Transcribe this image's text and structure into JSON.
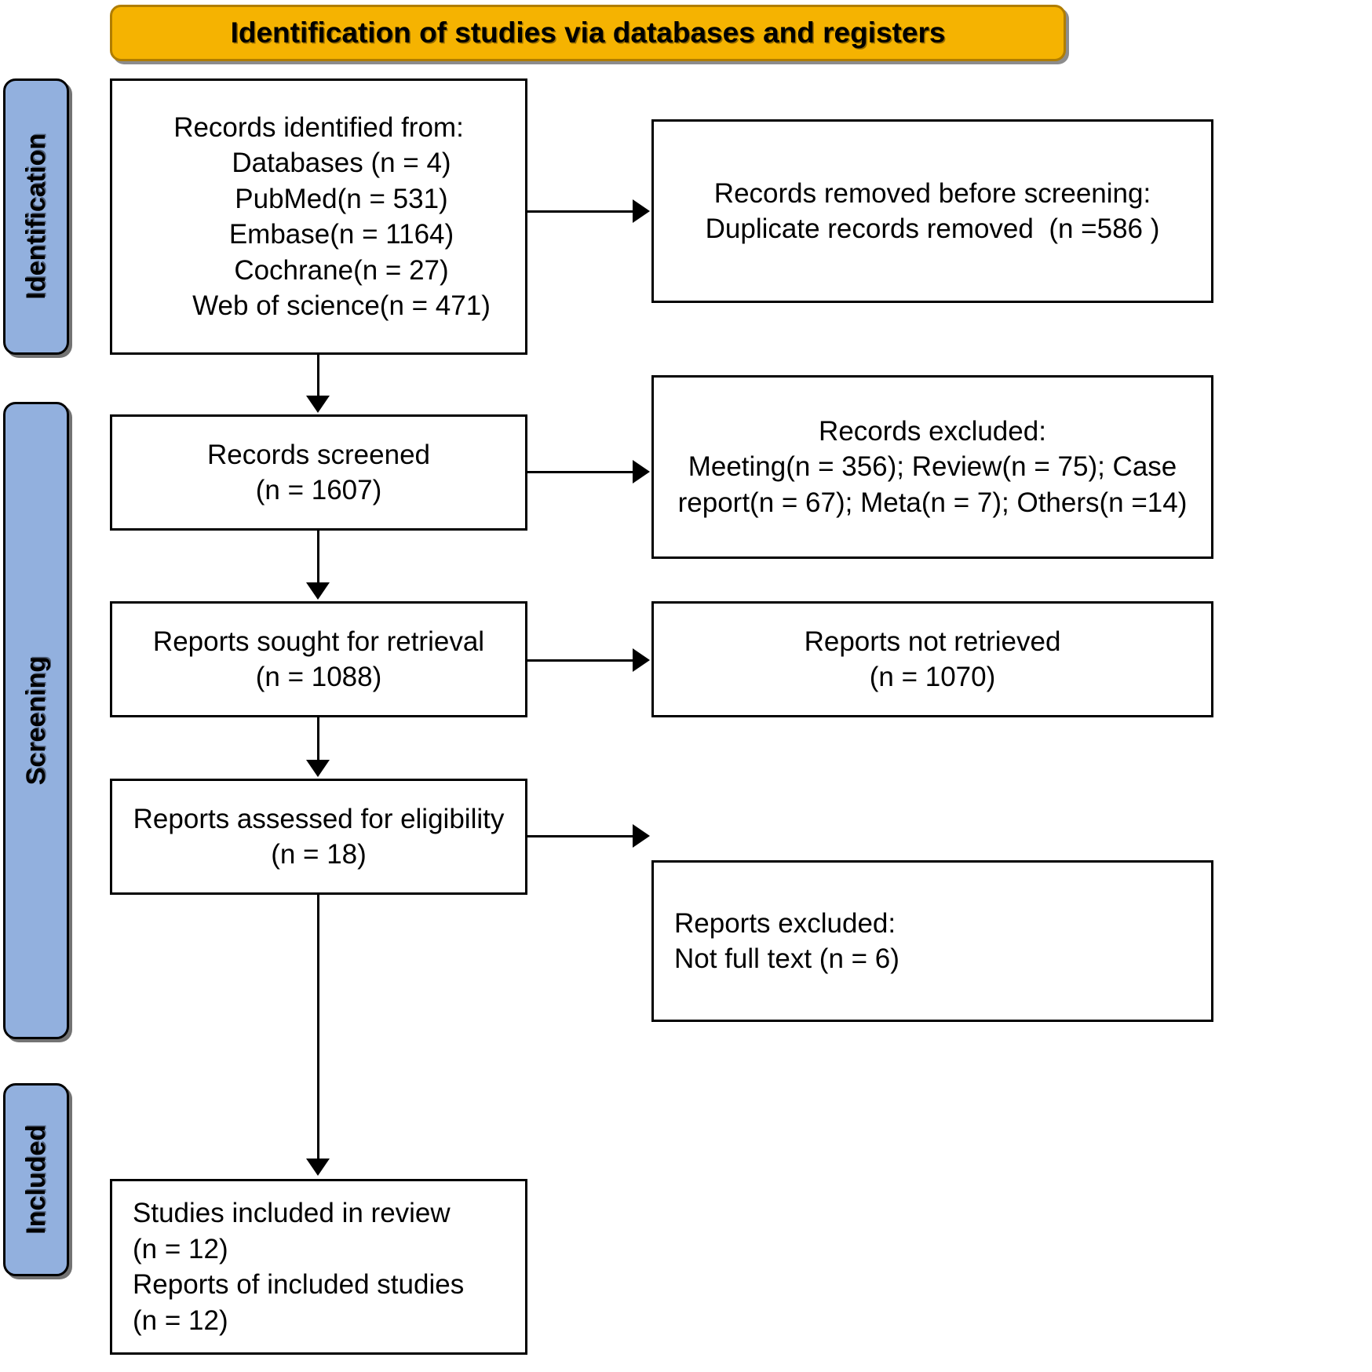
{
  "title": "Identification of studies via databases and registers",
  "phases": [
    {
      "id": "identification",
      "label": "Identification"
    },
    {
      "id": "screening",
      "label": "Screening"
    },
    {
      "id": "included",
      "label": "Included"
    }
  ],
  "boxes": {
    "identified": {
      "line1": "Records identified from:",
      "line2": "Databases (n = 4)",
      "line3": "PubMed(n = 531)",
      "line4": "Embase(n = 1164)",
      "line5": "Cochrane(n = 27)",
      "line6": "Web of science(n = 471)"
    },
    "removed": {
      "line1": "Records removed before screening:",
      "line2": "Duplicate records removed  (n =586 )"
    },
    "screened": {
      "line1": "Records screened",
      "line2": "(n = 1607)"
    },
    "records_excluded": {
      "line1": "Records excluded:",
      "line2": "Meeting(n = 356); Review(n = 75); Case",
      "line3": "report(n = 67); Meta(n = 7); Others(n =14)"
    },
    "sought": {
      "line1": "Reports sought for retrieval",
      "line2": "(n = 1088)"
    },
    "not_retrieved": {
      "line1": "Reports not retrieved",
      "line2": "(n = 1070)"
    },
    "assessed": {
      "line1": "Reports assessed for eligibility",
      "line2": "(n = 18)"
    },
    "reports_excluded": {
      "line1": "Reports excluded:",
      "line2": "Not full text (n = 6)"
    },
    "included": {
      "line1": "Studies included in review",
      "line2": "(n = 12)",
      "line3": "Reports of included studies",
      "line4": "(n = 12)"
    }
  },
  "colors": {
    "banner_fill": "#f5b301",
    "phase_fill": "#92b0de",
    "box_border": "#000000",
    "text": "#000000",
    "background": "#ffffff"
  },
  "chart_data": {
    "type": "diagram",
    "title": "Identification of studies via databases and registers",
    "diagram_kind": "PRISMA 2020 flow diagram",
    "phases": [
      "Identification",
      "Screening",
      "Included"
    ],
    "nodes": [
      {
        "id": "identified",
        "phase": "Identification",
        "label": "Records identified from",
        "counts": {
          "Databases": 4,
          "PubMed": 531,
          "Embase": 1164,
          "Cochrane": 27,
          "Web of science": 471
        }
      },
      {
        "id": "removed",
        "phase": "Identification",
        "label": "Records removed before screening",
        "counts": {
          "Duplicate records removed": 586
        }
      },
      {
        "id": "screened",
        "phase": "Screening",
        "label": "Records screened",
        "counts": {
          "n": 1607
        }
      },
      {
        "id": "records_excluded",
        "phase": "Screening",
        "label": "Records excluded",
        "counts": {
          "Meeting": 356,
          "Review": 75,
          "Case report": 67,
          "Meta": 7,
          "Others": 14
        }
      },
      {
        "id": "sought",
        "phase": "Screening",
        "label": "Reports sought for retrieval",
        "counts": {
          "n": 1088
        }
      },
      {
        "id": "not_retrieved",
        "phase": "Screening",
        "label": "Reports not retrieved",
        "counts": {
          "n": 1070
        }
      },
      {
        "id": "assessed",
        "phase": "Screening",
        "label": "Reports assessed for eligibility",
        "counts": {
          "n": 18
        }
      },
      {
        "id": "reports_excluded",
        "phase": "Screening",
        "label": "Reports excluded",
        "counts": {
          "Not full text": 6
        }
      },
      {
        "id": "included",
        "phase": "Included",
        "label": "Studies included in review",
        "counts": {
          "Studies included in review": 12,
          "Reports of included studies": 12
        }
      }
    ],
    "edges": [
      {
        "from": "identified",
        "to": "removed",
        "direction": "right"
      },
      {
        "from": "identified",
        "to": "screened",
        "direction": "down"
      },
      {
        "from": "screened",
        "to": "records_excluded",
        "direction": "right"
      },
      {
        "from": "screened",
        "to": "sought",
        "direction": "down"
      },
      {
        "from": "sought",
        "to": "not_retrieved",
        "direction": "right"
      },
      {
        "from": "sought",
        "to": "assessed",
        "direction": "down"
      },
      {
        "from": "assessed",
        "to": "reports_excluded",
        "direction": "right"
      },
      {
        "from": "assessed",
        "to": "included",
        "direction": "down"
      }
    ]
  }
}
